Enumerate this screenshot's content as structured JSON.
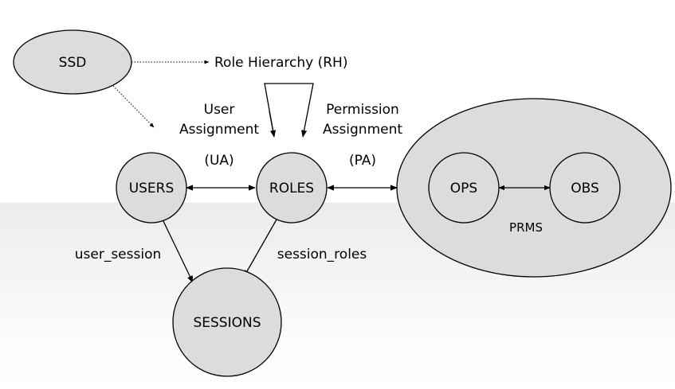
{
  "nodes": {
    "ssd": "SSD",
    "users": "USERS",
    "roles": "ROLES",
    "sessions": "SESSIONS",
    "ops": "OPS",
    "obs": "OBS",
    "prms": "PRMS"
  },
  "labels": {
    "role_hierarchy": "Role Hierarchy (RH)",
    "user_assignment_line1": "User",
    "user_assignment_line2": "Assignment",
    "user_assignment_abbr": "(UA)",
    "permission_assignment_line1": "Permission",
    "permission_assignment_line2": "Assignment",
    "permission_assignment_abbr": "(PA)",
    "user_session": "user_session",
    "session_roles": "session_roles"
  },
  "colors": {
    "node_fill": "#dcdcdc",
    "stroke": "#000000"
  }
}
